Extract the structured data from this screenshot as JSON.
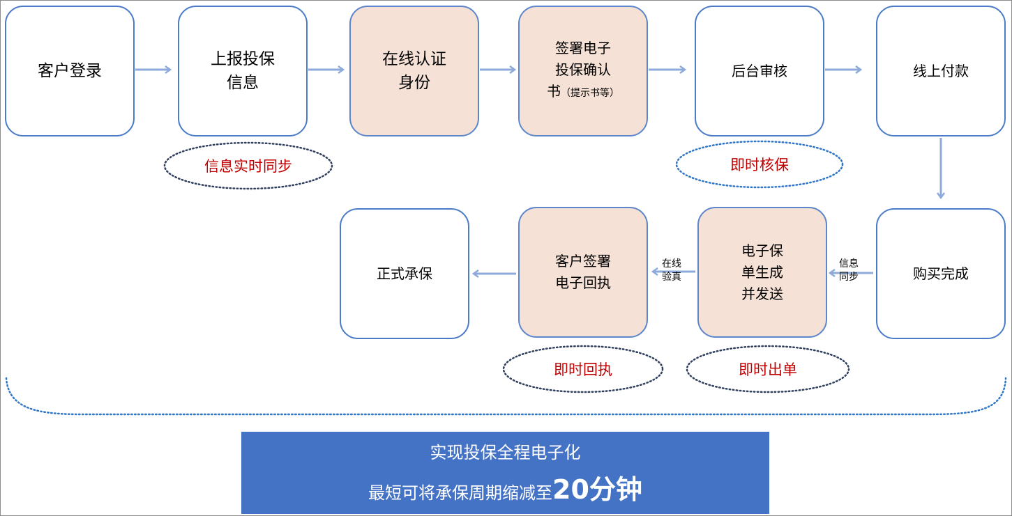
{
  "steps_row1": [
    {
      "label": "客户登录"
    },
    {
      "label": "上报投保\n信息"
    },
    {
      "label": "在线认证\n身份"
    },
    {
      "label": "签署电子\n投保确认\n书",
      "note": "（提示书等）"
    },
    {
      "label": "后台审核"
    },
    {
      "label": "线上付款"
    }
  ],
  "steps_row2": [
    {
      "label": "购买完成"
    },
    {
      "label": "电子保\n单生成\n并发送"
    },
    {
      "label": "客户签署\n电子回执"
    },
    {
      "label": "正式承保"
    }
  ],
  "arrow_labels": {
    "sync": "信息\n同步",
    "verify": "在线\n验真"
  },
  "tags": {
    "info_sync": "信息实时同步",
    "instant_check": "即时核保",
    "instant_receipt": "即时回执",
    "instant_issue": "即时出单"
  },
  "banner": {
    "line1": "实现投保全程电子化",
    "line2_prefix": "最短可将承保周期缩减至",
    "line2_highlight": "20分钟"
  },
  "colors": {
    "border": "#4a7bc8",
    "peach": "#f5e1d5",
    "arrow": "#8eaadb",
    "red": "#c00000",
    "banner": "#4472c4"
  }
}
